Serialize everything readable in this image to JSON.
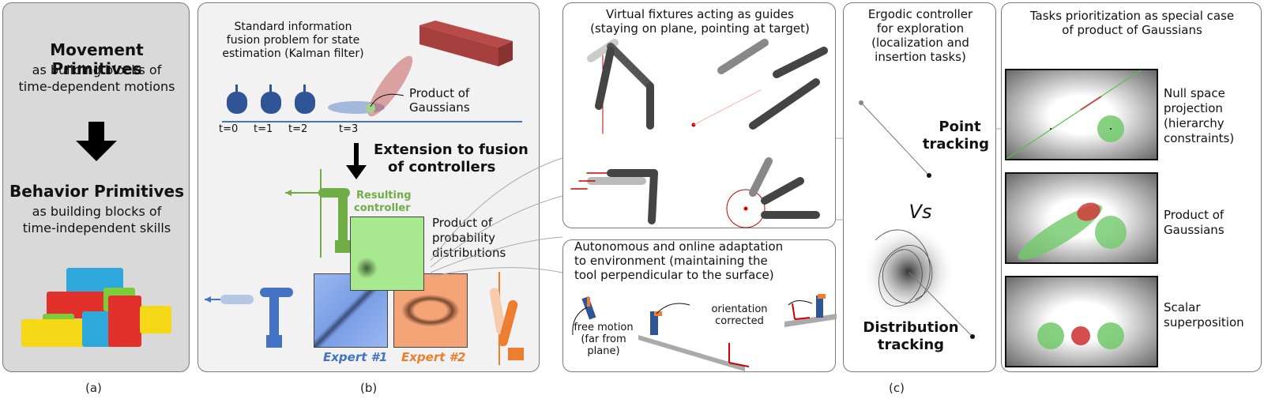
{
  "panel_a": {
    "title1": "Movement Primitives",
    "sub1a": "as building blocks of",
    "sub1b": "time-dependent motions",
    "title2": "Behavior Primitives",
    "sub2a": "as building blocks of",
    "sub2b": "time-independent skills",
    "caption": "(a)"
  },
  "panel_b": {
    "kalman_l1": "Standard information",
    "kalman_l2": "fusion problem for state",
    "kalman_l3": "estimation (Kalman filter)",
    "times": [
      "t=0",
      "t=1",
      "t=2",
      "t=3"
    ],
    "pog_l1": "Product of",
    "pog_l2": "Gaussians",
    "ext_l1": "Extension to fusion",
    "ext_l2": "of controllers",
    "res_l1": "Resulting",
    "res_l2": "controller",
    "ppd_l1": "Product of",
    "ppd_l2": "probability",
    "ppd_l3": "distributions",
    "expert1": "Expert #1",
    "expert2": "Expert #2",
    "caption": "(b)",
    "colors": {
      "green": "#70ad47",
      "blue": "#4472c4",
      "orange": "#ed7d31",
      "red": "#c0504d"
    }
  },
  "panel_vf": {
    "l1": "Virtual fixtures acting as guides",
    "l2": "(staying on plane, pointing at target)"
  },
  "panel_ad": {
    "l1": "Autonomous and online adaptation",
    "l2": "to environment (maintaining the",
    "l3": "tool perpendicular to the surface)",
    "free_l1": "free motion",
    "free_l2": "(far from",
    "free_l3": "plane)",
    "orient_l1": "orientation",
    "orient_l2": "corrected"
  },
  "panel_erg": {
    "l1": "Ergodic controller",
    "l2": "for exploration",
    "l3": "(localization and",
    "l4": "insertion tasks)",
    "point_l1": "Point",
    "point_l2": "tracking",
    "vs": "Vs",
    "dist_l1": "Distribution",
    "dist_l2": "tracking",
    "caption": "(c)"
  },
  "panel_tp": {
    "l1": "Tasks prioritization as special case",
    "l2": "of product of Gaussians",
    "items": [
      {
        "l1": "Null space",
        "l2": "projection",
        "l3": "(hierarchy",
        "l4": "constraints)"
      },
      {
        "l1": "Product of",
        "l2": "Gaussians"
      },
      {
        "l1": "Scalar",
        "l2": "superposition"
      }
    ]
  }
}
